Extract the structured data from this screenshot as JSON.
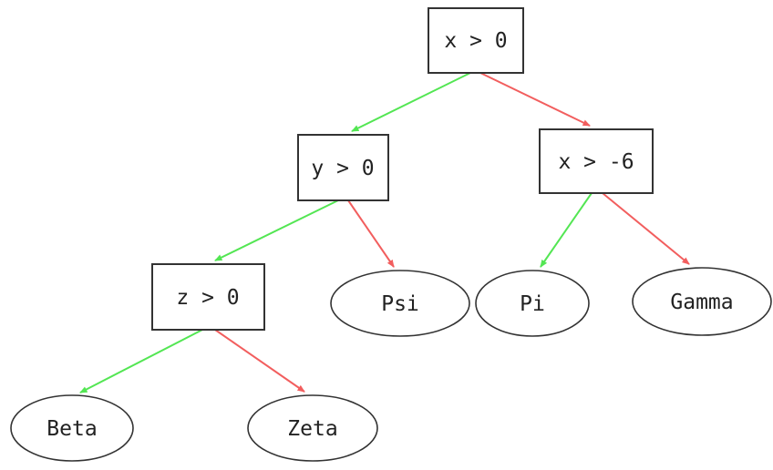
{
  "diagram": {
    "type": "decision-tree",
    "nodes": [
      {
        "id": "root",
        "label": "x > 0",
        "shape": "box"
      },
      {
        "id": "y0",
        "label": "y > 0",
        "shape": "box"
      },
      {
        "id": "xm6",
        "label": "x > -6",
        "shape": "box"
      },
      {
        "id": "z0",
        "label": "z > 0",
        "shape": "box"
      },
      {
        "id": "psi",
        "label": "Psi",
        "shape": "ellipse"
      },
      {
        "id": "pi",
        "label": "Pi",
        "shape": "ellipse"
      },
      {
        "id": "gamma",
        "label": "Gamma",
        "shape": "ellipse"
      },
      {
        "id": "beta",
        "label": "Beta",
        "shape": "ellipse"
      },
      {
        "id": "zeta",
        "label": "Zeta",
        "shape": "ellipse"
      }
    ],
    "edges": [
      {
        "from": "x > 0",
        "to": "y > 0",
        "branch": "true",
        "color": "#53e653"
      },
      {
        "from": "x > 0",
        "to": "x > -6",
        "branch": "false",
        "color": "#f25e5e"
      },
      {
        "from": "y > 0",
        "to": "z > 0",
        "branch": "true",
        "color": "#53e653"
      },
      {
        "from": "y > 0",
        "to": "Psi",
        "branch": "false",
        "color": "#f25e5e"
      },
      {
        "from": "x > -6",
        "to": "Pi",
        "branch": "true",
        "color": "#53e653"
      },
      {
        "from": "x > -6",
        "to": "Gamma",
        "branch": "false",
        "color": "#f25e5e"
      },
      {
        "from": "z > 0",
        "to": "Beta",
        "branch": "true",
        "color": "#53e653"
      },
      {
        "from": "z > 0",
        "to": "Zeta",
        "branch": "false",
        "color": "#f25e5e"
      }
    ]
  },
  "colors": {
    "true_edge": "#53e653",
    "false_edge": "#f25e5e",
    "node_border": "#333333",
    "node_fill": "#ffffff",
    "label_text": "#222222",
    "background": "#ffffff"
  }
}
